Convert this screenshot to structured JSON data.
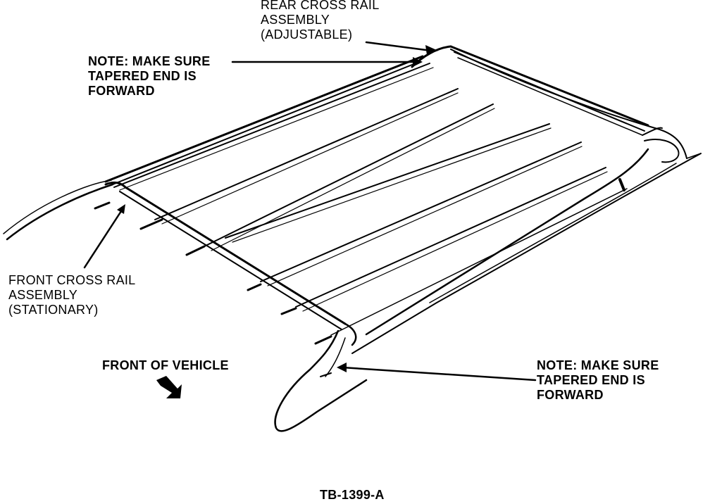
{
  "labels": {
    "rear_cross_rail": [
      "REAR CROSS RAIL",
      "ASSEMBLY",
      "(ADJUSTABLE)"
    ],
    "note_top": [
      "NOTE: MAKE SURE",
      "TAPERED END IS",
      "FORWARD"
    ],
    "front_cross_rail": [
      "FRONT CROSS RAIL",
      "ASSEMBLY",
      "(STATIONARY)"
    ],
    "front_of_vehicle": "FRONT OF VEHICLE",
    "note_bottom": [
      "NOTE: MAKE SURE",
      "TAPERED END IS",
      "FORWARD"
    ],
    "figure_id": "TB-1399-A"
  },
  "colors": {
    "ink": "#000000",
    "paper": "#ffffff"
  }
}
